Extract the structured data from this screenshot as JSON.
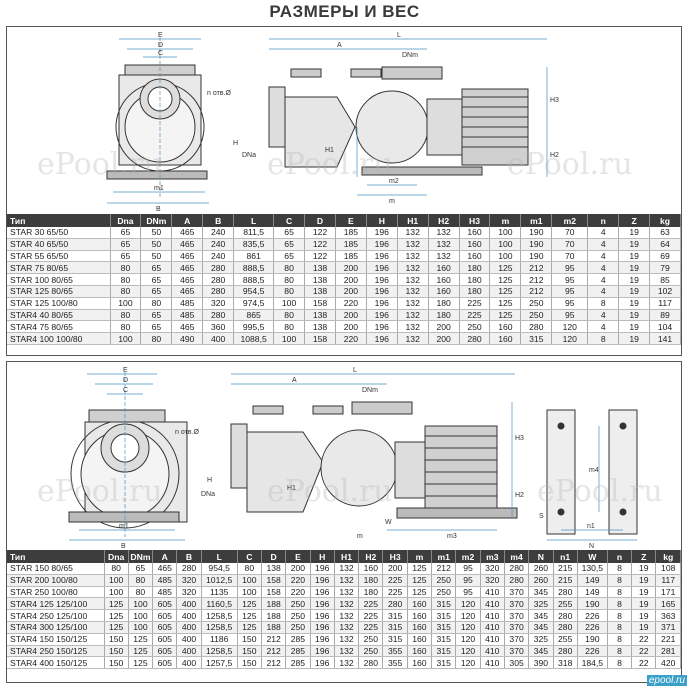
{
  "title": "РАЗМЕРЫ И ВЕС",
  "watermark": "ePool.ru",
  "corner_logo": "epool.ru",
  "drawing1_labels": {
    "front": [
      "E",
      "D",
      "C",
      "n отв.Ø",
      "H",
      "DNa",
      "m1",
      "B"
    ],
    "side": [
      "L",
      "A",
      "DNm",
      "H3",
      "H1",
      "H2",
      "m2",
      "m"
    ]
  },
  "drawing2_labels": {
    "front": [
      "E",
      "D",
      "C",
      "n отв.Ø",
      "H",
      "DNa",
      "m1",
      "B"
    ],
    "side": [
      "L",
      "A",
      "DNm",
      "H3",
      "H1",
      "H2",
      "W",
      "m",
      "m3"
    ],
    "base": [
      "m4",
      "n1",
      "N",
      "S"
    ]
  },
  "table1": {
    "headers": [
      "Тип",
      "Dna",
      "DNm",
      "A",
      "B",
      "L",
      "C",
      "D",
      "E",
      "H",
      "H1",
      "H2",
      "H3",
      "m",
      "m1",
      "m2",
      "n",
      "Z",
      "kg"
    ],
    "rows": [
      [
        "STAR 30 65/50",
        "65",
        "50",
        "465",
        "240",
        "811,5",
        "65",
        "122",
        "185",
        "196",
        "132",
        "132",
        "160",
        "100",
        "190",
        "70",
        "4",
        "19",
        "63"
      ],
      [
        "STAR 40 65/50",
        "65",
        "50",
        "465",
        "240",
        "835,5",
        "65",
        "122",
        "185",
        "196",
        "132",
        "132",
        "160",
        "100",
        "190",
        "70",
        "4",
        "19",
        "64"
      ],
      [
        "STAR 55 65/50",
        "65",
        "50",
        "465",
        "240",
        "861",
        "65",
        "122",
        "185",
        "196",
        "132",
        "132",
        "160",
        "100",
        "190",
        "70",
        "4",
        "19",
        "69"
      ],
      [
        "STAR 75 80/65",
        "80",
        "65",
        "465",
        "280",
        "888,5",
        "80",
        "138",
        "200",
        "196",
        "132",
        "160",
        "180",
        "125",
        "212",
        "95",
        "4",
        "19",
        "79"
      ],
      [
        "STAR 100 80/65",
        "80",
        "65",
        "465",
        "280",
        "888,5",
        "80",
        "138",
        "200",
        "196",
        "132",
        "160",
        "180",
        "125",
        "212",
        "95",
        "4",
        "19",
        "85"
      ],
      [
        "STAR 125 80/65",
        "80",
        "65",
        "465",
        "280",
        "954,5",
        "80",
        "138",
        "200",
        "196",
        "132",
        "160",
        "180",
        "125",
        "212",
        "95",
        "4",
        "19",
        "102"
      ],
      [
        "STAR 125 100/80",
        "100",
        "80",
        "485",
        "320",
        "974,5",
        "100",
        "158",
        "220",
        "196",
        "132",
        "180",
        "225",
        "125",
        "250",
        "95",
        "8",
        "19",
        "117"
      ],
      [
        "STAR4 40 80/65",
        "80",
        "65",
        "485",
        "280",
        "865",
        "80",
        "138",
        "200",
        "196",
        "132",
        "180",
        "225",
        "125",
        "250",
        "95",
        "4",
        "19",
        "89"
      ],
      [
        "STAR4 75 80/65",
        "80",
        "65",
        "465",
        "360",
        "995,5",
        "80",
        "138",
        "200",
        "196",
        "132",
        "200",
        "250",
        "160",
        "280",
        "120",
        "4",
        "19",
        "104"
      ],
      [
        "STAR4 100 100/80",
        "100",
        "80",
        "490",
        "400",
        "1088,5",
        "100",
        "158",
        "220",
        "196",
        "132",
        "200",
        "280",
        "160",
        "315",
        "120",
        "8",
        "19",
        "141"
      ]
    ]
  },
  "table2": {
    "headers": [
      "Тип",
      "Dna",
      "DNm",
      "A",
      "B",
      "L",
      "C",
      "D",
      "E",
      "H",
      "H1",
      "H2",
      "H3",
      "m",
      "m1",
      "m2",
      "m3",
      "m4",
      "N",
      "n1",
      "W",
      "n",
      "Z",
      "kg"
    ],
    "rows": [
      [
        "STAR 150 80/65",
        "80",
        "65",
        "465",
        "280",
        "954,5",
        "80",
        "138",
        "200",
        "196",
        "132",
        "160",
        "200",
        "125",
        "212",
        "95",
        "320",
        "280",
        "260",
        "215",
        "130,5",
        "8",
        "19",
        "108"
      ],
      [
        "STAR 200 100/80",
        "100",
        "80",
        "485",
        "320",
        "1012,5",
        "100",
        "158",
        "220",
        "196",
        "132",
        "180",
        "225",
        "125",
        "250",
        "95",
        "320",
        "280",
        "260",
        "215",
        "149",
        "8",
        "19",
        "117"
      ],
      [
        "STAR 250 100/80",
        "100",
        "80",
        "485",
        "320",
        "1135",
        "100",
        "158",
        "220",
        "196",
        "132",
        "180",
        "225",
        "125",
        "250",
        "95",
        "410",
        "370",
        "345",
        "280",
        "149",
        "8",
        "19",
        "171"
      ],
      [
        "STAR4 125 125/100",
        "125",
        "100",
        "605",
        "400",
        "1160,5",
        "125",
        "188",
        "250",
        "196",
        "132",
        "225",
        "280",
        "160",
        "315",
        "120",
        "410",
        "370",
        "325",
        "255",
        "190",
        "8",
        "19",
        "165"
      ],
      [
        "STAR4 250 125/100",
        "125",
        "100",
        "605",
        "400",
        "1258,5",
        "125",
        "188",
        "250",
        "196",
        "132",
        "225",
        "315",
        "160",
        "315",
        "120",
        "410",
        "370",
        "345",
        "280",
        "226",
        "8",
        "19",
        "363"
      ],
      [
        "STAR4 300 125/100",
        "125",
        "100",
        "605",
        "400",
        "1258,5",
        "125",
        "188",
        "250",
        "196",
        "132",
        "225",
        "315",
        "160",
        "315",
        "120",
        "410",
        "370",
        "345",
        "280",
        "226",
        "8",
        "19",
        "371"
      ],
      [
        "STAR4 150 150/125",
        "150",
        "125",
        "605",
        "400",
        "1186",
        "150",
        "212",
        "285",
        "196",
        "132",
        "250",
        "315",
        "160",
        "315",
        "120",
        "410",
        "370",
        "325",
        "255",
        "190",
        "8",
        "22",
        "221"
      ],
      [
        "STAR4 250 150/125",
        "150",
        "125",
        "605",
        "400",
        "1258,5",
        "150",
        "212",
        "285",
        "196",
        "132",
        "250",
        "355",
        "160",
        "315",
        "120",
        "410",
        "370",
        "345",
        "280",
        "226",
        "8",
        "22",
        "281"
      ],
      [
        "STAR4 400 150/125",
        "150",
        "125",
        "605",
        "400",
        "1257,5",
        "150",
        "212",
        "285",
        "196",
        "132",
        "280",
        "355",
        "160",
        "315",
        "120",
        "410",
        "305",
        "390",
        "318",
        "184,5",
        "8",
        "22",
        "420"
      ]
    ]
  }
}
